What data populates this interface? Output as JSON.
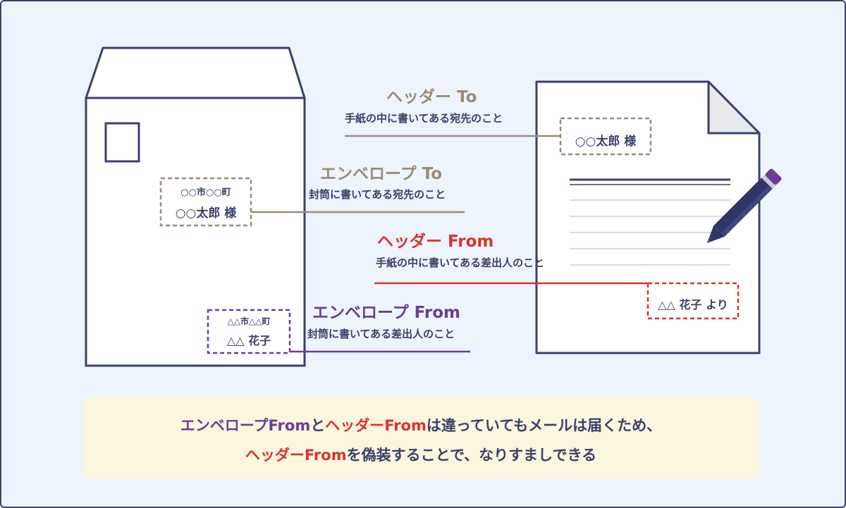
{
  "colors": {
    "background": "#edf4fc",
    "outline": "#3c4168",
    "brown": "#9b8c78",
    "red": "#d6352e",
    "purple": "#6b3f96",
    "note_bg": "#fbf6df"
  },
  "envelope": {
    "recipient_address": "○○市○○町",
    "recipient_name": "○○太郎 様",
    "sender_address": "△△市△△町",
    "sender_name": "△△ 花子"
  },
  "letter": {
    "to_name": "○○太郎 様",
    "from_name": "△△ 花子 より"
  },
  "labels": {
    "header_to": {
      "title": "ヘッダー To",
      "desc": "手紙の中に書いてある宛先のこと"
    },
    "envelope_to": {
      "title": "エンベロープ To",
      "desc": "封筒に書いてある宛先のこと"
    },
    "header_from": {
      "title": "ヘッダー From",
      "desc": "手紙の中に書いてある差出人のこと"
    },
    "envelope_from": {
      "title": "エンベロープ From",
      "desc": "封筒に書いてある差出人のこと"
    }
  },
  "note": {
    "line1": {
      "part1": "エンベロープFrom",
      "part2": "と",
      "part3": "ヘッダーFrom",
      "part4": "は違っていてもメールは届くため、"
    },
    "line2": {
      "part1": "ヘッダーFrom",
      "part2": "を偽装することで、なりすましできる"
    }
  }
}
